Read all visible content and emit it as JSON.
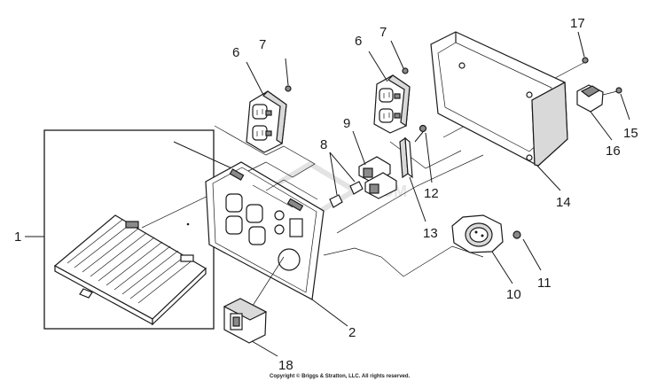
{
  "labels": [
    "1",
    "2",
    "6",
    "7",
    "6",
    "7",
    "8",
    "9",
    "10",
    "11",
    "12",
    "13",
    "14",
    "15",
    "16",
    "17",
    "18"
  ],
  "watermark": "OM",
  "copyright": "Copyright © Briggs & Stratton, LLC. All rights reserved."
}
